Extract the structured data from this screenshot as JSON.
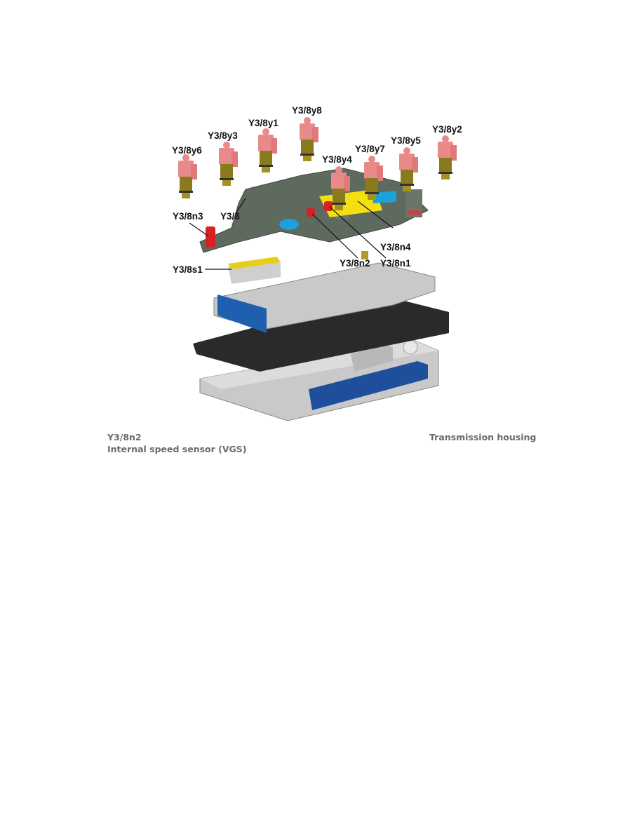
{
  "figure": {
    "labels": {
      "y3_8y6": "Y3/8y6",
      "y3_8y3": "Y3/8y3",
      "y3_8y1": "Y3/8y1",
      "y3_8y8": "Y3/8y8",
      "y3_8y4": "Y3/8y4",
      "y3_8y7": "Y3/8y7",
      "y3_8y5": "Y3/8y5",
      "y3_8y2": "Y3/8y2",
      "y3_8n3": "Y3/8n3",
      "y3_8": "Y3/8",
      "y3_8n4": "Y3/8n4",
      "y3_8n2": "Y3/8n2",
      "y3_8n1": "Y3/8n1",
      "y3_8s1": "Y3/8s1"
    },
    "colors": {
      "solenoid_cap": "#e88a8a",
      "solenoid_body": "#8a7a1e",
      "plate_gray": "#5f6a5f",
      "sensor_red": "#d92020",
      "yellow_part": "#f2e010",
      "blue_part": "#1ea0d8",
      "valve_body": "#c8c8c8",
      "blue_plate": "#1f5faf",
      "gasket": "#2a2a2a"
    }
  },
  "caption": {
    "left_code": "Y3/8n2",
    "left_description": "Internal speed sensor (VGS)",
    "right_location": "Transmission housing"
  }
}
